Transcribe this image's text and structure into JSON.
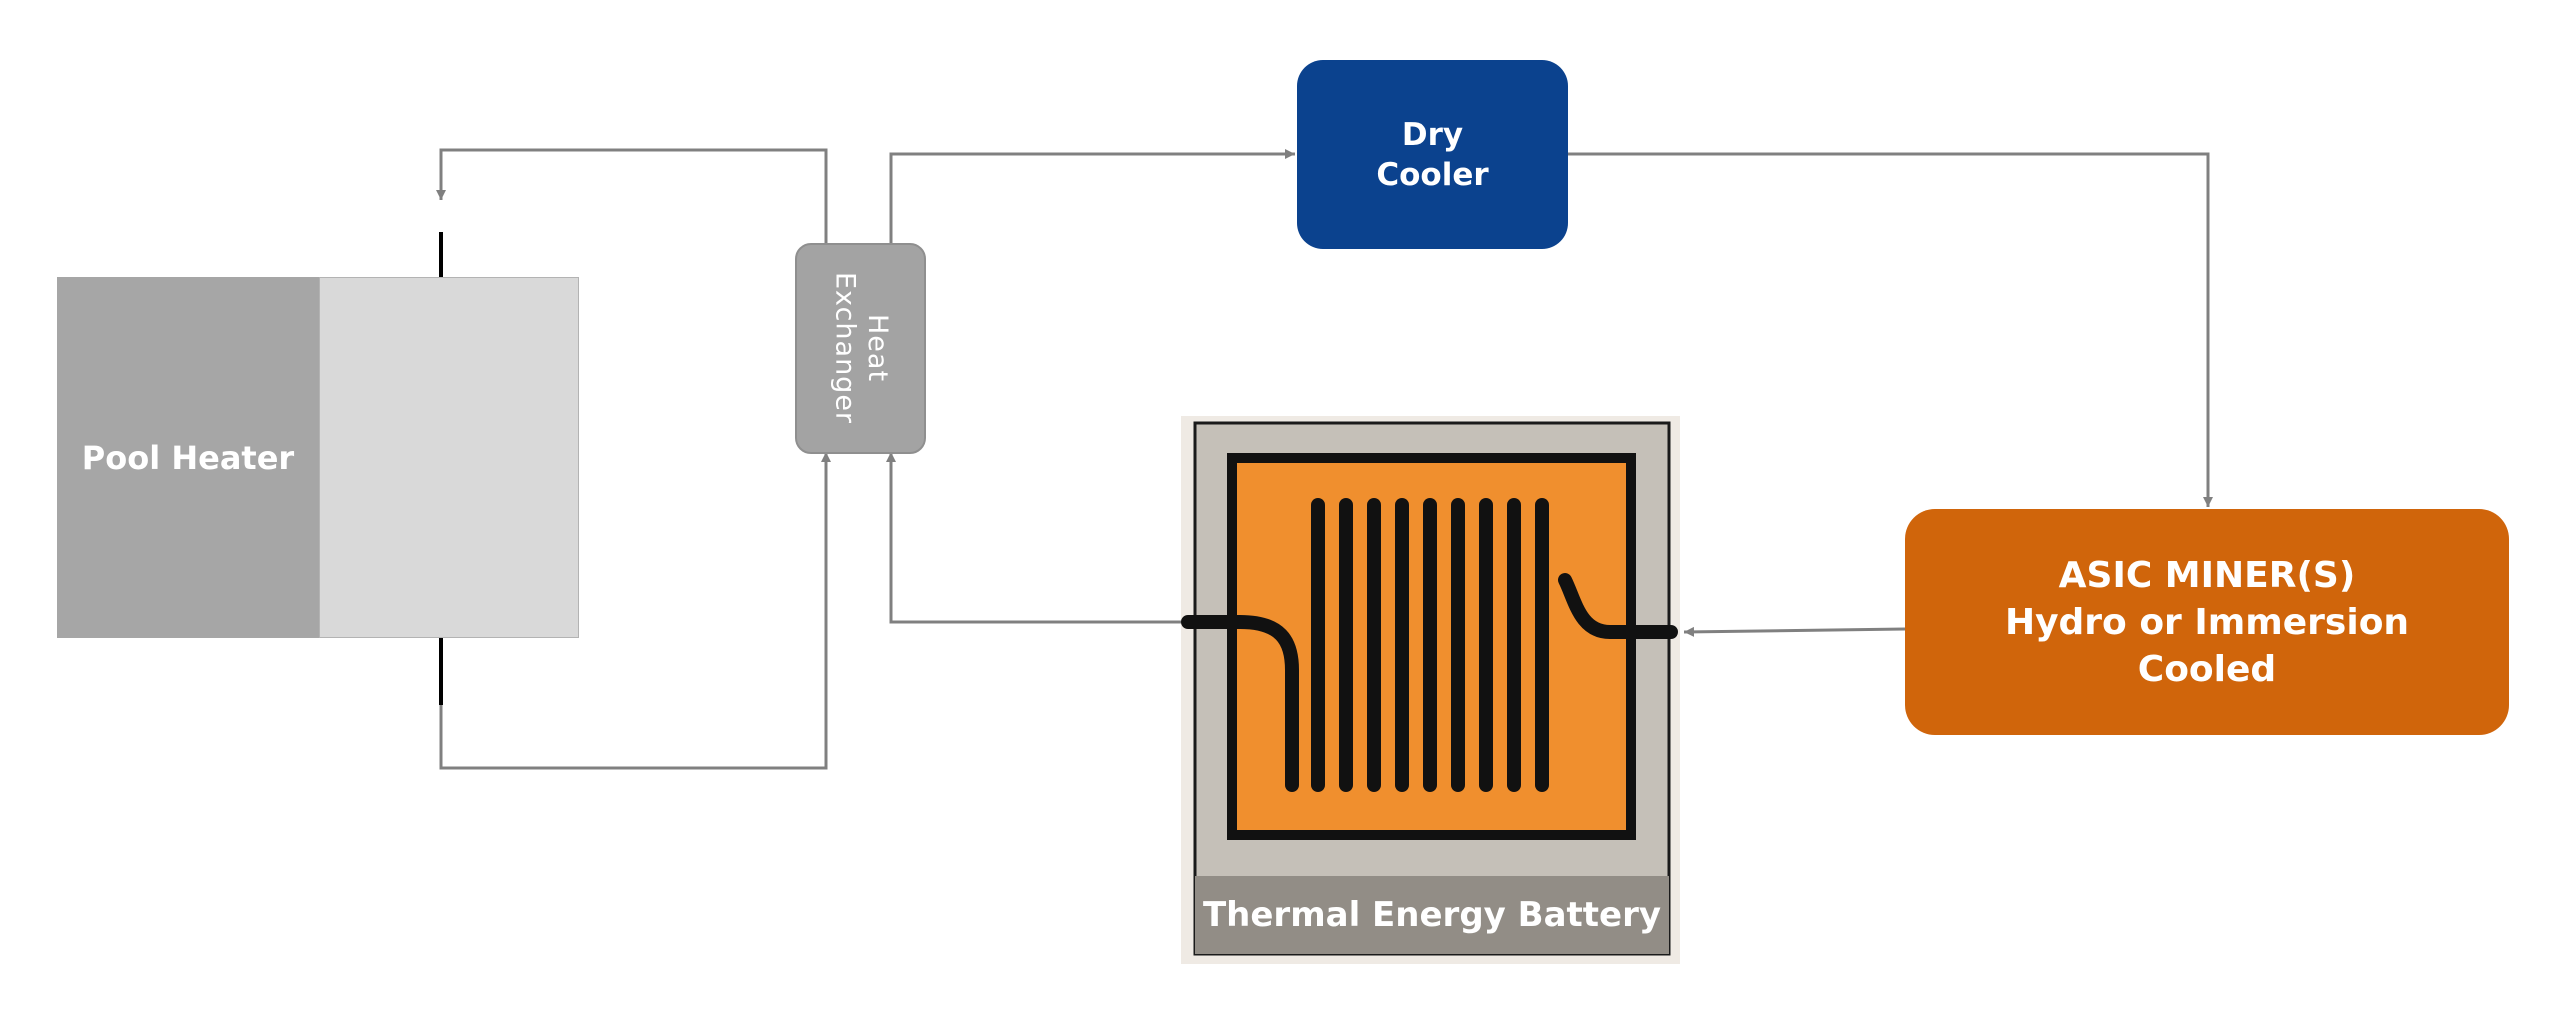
{
  "pool_heater": {
    "label": "Pool Heater"
  },
  "heat_exchanger": {
    "label": "Heat\nExchanger"
  },
  "dry_cooler": {
    "label": "Dry\nCooler",
    "color": "#0b428e"
  },
  "asic_miner": {
    "label": "ASIC MINER(S)\nHydro or Immersion\nCooled",
    "color": "#d0650b"
  },
  "thermal_battery": {
    "label": "Thermal Energy Battery",
    "color": "#f08f2e"
  },
  "connector_color": "#808080"
}
